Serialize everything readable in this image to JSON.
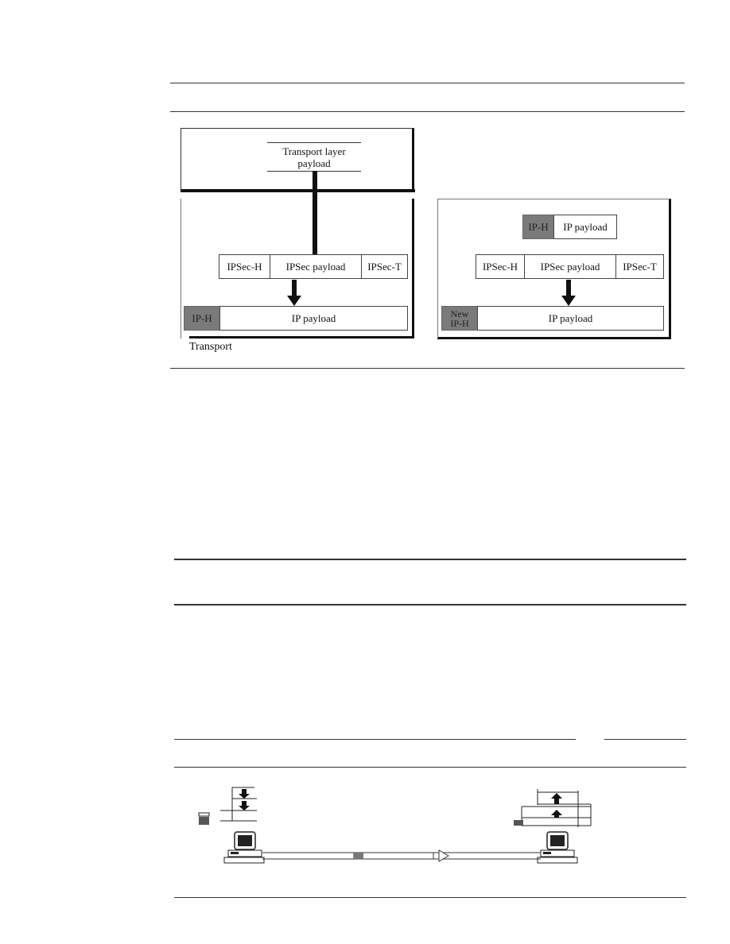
{
  "figure1": {
    "transport_mode": {
      "top_payload": "Transport layer\npayload",
      "ipsec_header": "IPSec-H",
      "ipsec_payload": "IPSec payload",
      "ipsec_trailer": "IPSec-T",
      "ip_header": "IP-H",
      "ip_payload": "IP payload",
      "caption": "Transport"
    },
    "tunnel_mode": {
      "ip_header": "IP-H",
      "ip_payload_top": "IP payload",
      "ipsec_header": "IPSec-H",
      "ipsec_payload": "IPSec payload",
      "ipsec_trailer": "IPSec-T",
      "new_ip_header": "New\nIP-H",
      "ip_payload_bottom": "IP payload"
    }
  },
  "colors": {
    "header_fill": "#7a7a7a",
    "line": "#111111"
  }
}
